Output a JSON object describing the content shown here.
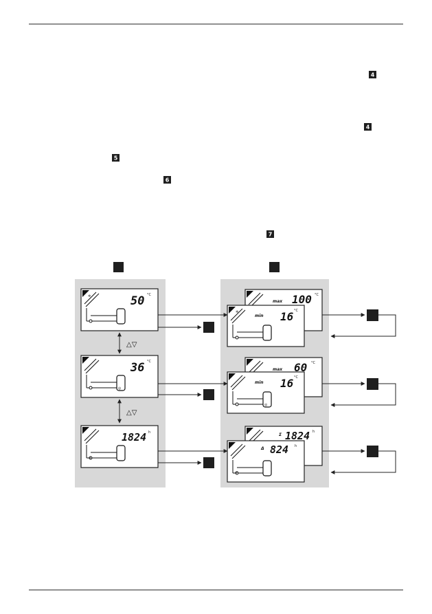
{
  "badges": {
    "b1": "4",
    "b2": "4",
    "b3": "5",
    "b4": "6",
    "b5": "7"
  },
  "left_column": {
    "display_1": {
      "value": "50",
      "unit": "°C"
    },
    "display_2": {
      "value": "36",
      "unit": "°C"
    },
    "display_3": {
      "value": "1824",
      "unit": "h"
    },
    "nav_symbol_1": "△▽",
    "nav_symbol_2": "△▽"
  },
  "right_column": {
    "group_1": {
      "back": {
        "label": "max",
        "value": "100",
        "unit": "°C"
      },
      "front": {
        "label": "min",
        "value": "16",
        "unit": "°C"
      }
    },
    "group_2": {
      "back": {
        "label": "max",
        "value": "60",
        "unit": "°C"
      },
      "front": {
        "label": "min",
        "value": "16",
        "unit": "°C"
      }
    },
    "group_3": {
      "back": {
        "label": "Σ",
        "value": "1824",
        "unit": "h"
      },
      "front": {
        "label": "Δ",
        "value": "824",
        "unit": "h"
      }
    }
  }
}
